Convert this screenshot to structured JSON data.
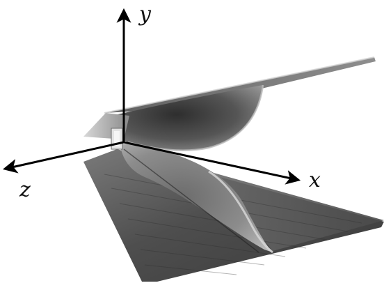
{
  "figure": {
    "axes": {
      "x": {
        "label": "x"
      },
      "y": {
        "label": "y"
      },
      "z": {
        "label": "z"
      }
    },
    "colors": {
      "axis": "#000000",
      "surface_light": "#bfbfbf",
      "surface_mid": "#6f6f6f",
      "surface_dark": "#2f2f2f"
    }
  }
}
